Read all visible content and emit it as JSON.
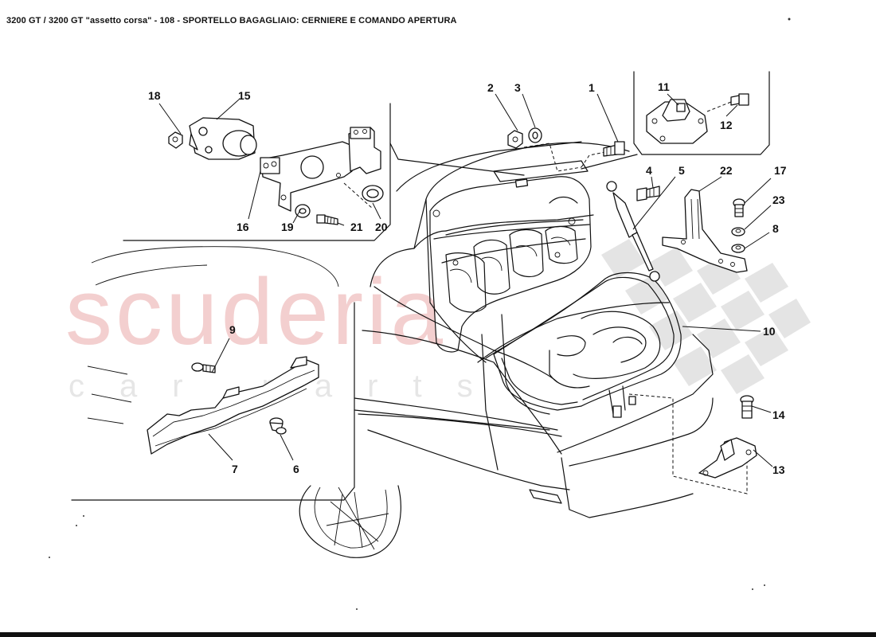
{
  "header": {
    "title": "3200 GT / 3200 GT \"assetto corsa\" - 108 - SPORTELLO BAGAGLIAIO: CERNIERE E COMANDO APERTURA"
  },
  "watermark": {
    "brand": "scuderia",
    "sub": "car parts"
  },
  "callouts": [
    "1",
    "2",
    "3",
    "4",
    "5",
    "6",
    "7",
    "8",
    "9",
    "10",
    "11",
    "12",
    "13",
    "14",
    "15",
    "16",
    "17",
    "18",
    "19",
    "20",
    "21",
    "22",
    "23"
  ],
  "colors": {
    "watermark_red": "#f3cfcf",
    "watermark_grey": "#e6e6e6",
    "line": "#111111"
  }
}
